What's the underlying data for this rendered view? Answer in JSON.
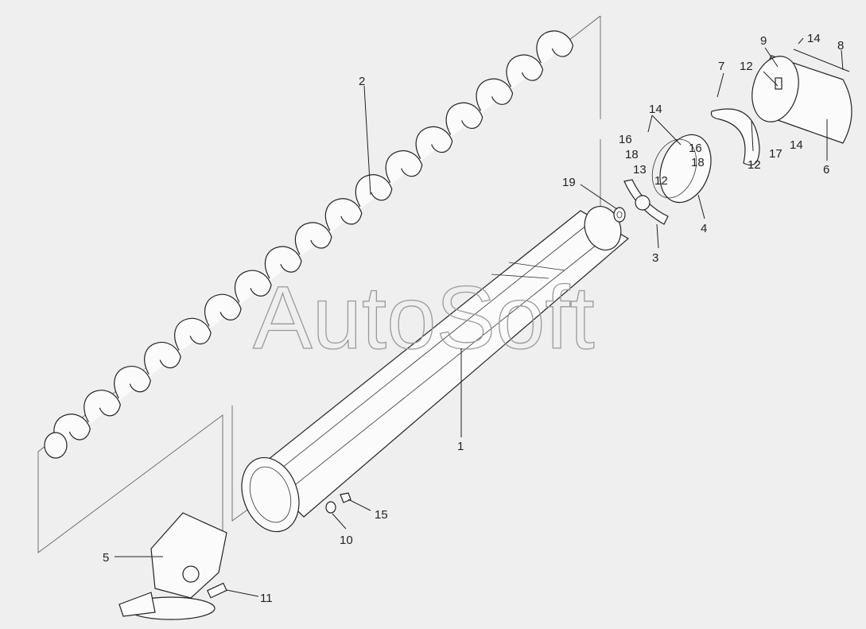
{
  "watermark": "AutoSoft",
  "callouts": [
    {
      "id": "c1",
      "text": "1"
    },
    {
      "id": "c2",
      "text": "2"
    },
    {
      "id": "c3",
      "text": "3"
    },
    {
      "id": "c4",
      "text": "4"
    },
    {
      "id": "c5",
      "text": "5"
    },
    {
      "id": "c6",
      "text": "6"
    },
    {
      "id": "c7",
      "text": "7"
    },
    {
      "id": "c8",
      "text": "8"
    },
    {
      "id": "c9",
      "text": "9"
    },
    {
      "id": "c10",
      "text": "10"
    },
    {
      "id": "c11",
      "text": "11"
    },
    {
      "id": "c12a",
      "text": "12"
    },
    {
      "id": "c12b",
      "text": "12"
    },
    {
      "id": "c12c",
      "text": "12"
    },
    {
      "id": "c13",
      "text": "13"
    },
    {
      "id": "c14a",
      "text": "14"
    },
    {
      "id": "c14b",
      "text": "14"
    },
    {
      "id": "c14c",
      "text": "14"
    },
    {
      "id": "c15",
      "text": "15"
    },
    {
      "id": "c16a",
      "text": "16"
    },
    {
      "id": "c16b",
      "text": "16"
    },
    {
      "id": "c17",
      "text": "17"
    },
    {
      "id": "c18a",
      "text": "18"
    },
    {
      "id": "c18b",
      "text": "18"
    },
    {
      "id": "c19",
      "text": "19"
    }
  ]
}
